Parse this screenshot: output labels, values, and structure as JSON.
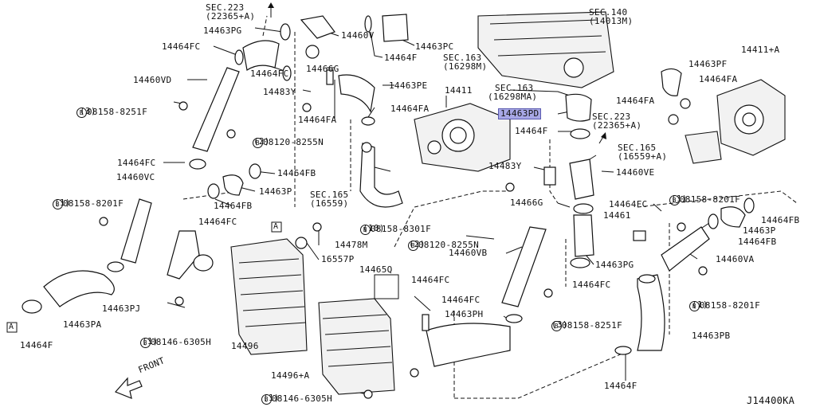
{
  "diagram_code": "J14400KA",
  "front_label": "FRONT",
  "callouts": {
    "a_marker": "A",
    "b_marker": "B"
  },
  "labels": {
    "sec223_top": "SEC.223",
    "sec223_top_sub": "(22365+A)",
    "sec140": "SEC.140",
    "sec140_sub": "(14013M)",
    "p14463PG_top": "14463PG",
    "p14464FC_top": "14464FC",
    "p14460V": "14460V",
    "p14464F_top": "14464F",
    "p14463PC": "14463PC",
    "sec163_top": "SEC.163",
    "sec163_top_sub": "(16298M)",
    "p14411A": "14411+A",
    "p14464FC_mid": "14464FC",
    "p14466G_top": "14466G",
    "p14460VD": "14460VD",
    "p14483Y_top": "14483Y",
    "p14463PE": "14463PE",
    "p14411": "14411",
    "sec163_mid": "SEC.163",
    "sec163_mid_sub": "(16298MA)",
    "p14463PF": "14463PF",
    "p14464FA_r1": "14464FA",
    "bolt_08158_8251F_top": "08158-8251F",
    "bolt_08158_8251F_top_q": "(3)",
    "p14464FA_mid": "14464FA",
    "p14464FA_top": "14464FA",
    "p14463PD": "14463PD",
    "sec223_mid": "SEC.223",
    "sec223_mid_sub": "(22365+A)",
    "bolt_08120_8255N_top": "08120-8255N",
    "bolt_08120_8255N_top_q": "(2)",
    "p14464F_mid": "14464F",
    "sec165_right": "SEC.165",
    "sec165_right_sub": "(16559+A)",
    "p14464FC_left": "14464FC",
    "p14464FB_a": "14464FB",
    "p14483Y_mid": "14483Y",
    "p14460VE": "14460VE",
    "p14460VC": "14460VC",
    "p14463P_a": "14463P",
    "bolt_08158_8201F_left": "08158-8201F",
    "bolt_08158_8201F_left_q": "(1)",
    "p14464FB_b": "14464FB",
    "sec165_mid": "SEC.165",
    "sec165_mid_sub": "(16559)",
    "p14466G_mid": "14466G",
    "p14464FC_r": "14464FC",
    "bolt_08158_8201F_right": "08158-8201F",
    "bolt_08158_8201F_right_q": "(1)",
    "p14464FB_r": "14464FB",
    "p14461": "14461",
    "p14463P_r": "14463P",
    "p14464FC_l2": "14464FC",
    "bolt_08158_8301F": "08158-8301F",
    "bolt_08158_8301F_q": "(10)",
    "p14464FB_r2": "14464FB",
    "p14478M": "14478M",
    "bolt_08120_8255N_mid": "08120-8255N",
    "bolt_08120_8255N_mid_q": "(2)",
    "p14460VB": "14460VB",
    "p14460VA": "14460VA",
    "p16557P": "16557P",
    "p14463PG_r": "14463PG",
    "p14465Q": "14465Q",
    "p14464FC_c": "14464FC",
    "p14464FC_r2": "14464FC",
    "bolt_08158_8201F_r2": "08158-8201F",
    "bolt_08158_8201F_r2_q": "(1)",
    "p14463PJ": "14463PJ",
    "p14464FC_c2": "14464FC",
    "p14463PH": "14463PH",
    "bolt_08158_8251F_bot": "08158-8251F",
    "bolt_08158_8251F_bot_q": "(3)",
    "p14463PA": "14463PA",
    "bolt_08146_6305H_left": "08146-6305H",
    "bolt_08146_6305H_left_q": "(1)",
    "p14464F_left": "14464F",
    "p14496": "14496",
    "p14463PB": "14463PB",
    "p14496A": "14496+A",
    "bolt_08146_6305H_bot": "08146-6305H",
    "bolt_08146_6305H_bot_q": "(1)",
    "p14464F_bot": "14464F"
  }
}
